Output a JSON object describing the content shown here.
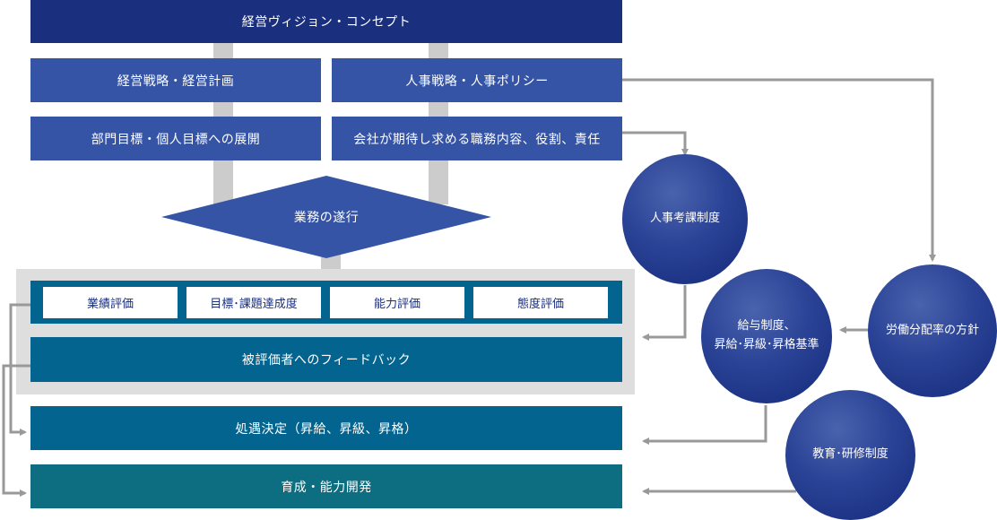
{
  "diagram": {
    "vision": "経営ヴィジョン・コンセプト",
    "mgmt_strategy": "経営戦略・経営計画",
    "hr_strategy": "人事戦略・人事ポリシー",
    "dept_goals": "部門目標・個人目標への展開",
    "roles": "会社が期待し求める職務内容、役割、責任",
    "execution": "業務の遂行",
    "evaluations": [
      "業績評価",
      "目標･課題達成度",
      "能力評価",
      "態度評価"
    ],
    "feedback": "被評価者へのフィードバック",
    "treatment": "処遇決定（昇給、昇級、昇格）",
    "development": "育成・能力開発",
    "appraisal_system": "人事考課制度",
    "salary_system": [
      "給与制度、",
      "昇給･昇級･昇格基準"
    ],
    "labor_policy": "労働分配率の方針",
    "training_system": "教育･研修制度"
  },
  "colors": {
    "navy": "#1a2f7d",
    "blue": "#3554a6",
    "teal": "#03648f",
    "green": "#0c6e80",
    "connector": "#999999",
    "pillar": "#cccccc"
  }
}
